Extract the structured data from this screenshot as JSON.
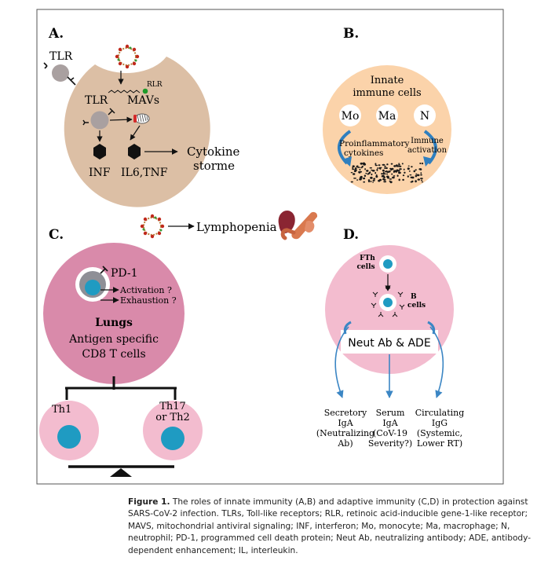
{
  "panels": {
    "a": {
      "letter": "A.",
      "tlr_outer": "TLR",
      "rlr": "RLR",
      "tlr_inner": "TLR",
      "mavs": "MAVs",
      "inf": "INF",
      "il6": "IL6,TNF",
      "cytokine_line1": "Cytokine",
      "cytokine_line2": "storme"
    },
    "b": {
      "letter": "B.",
      "title_line1": "Innate",
      "title_line2": "immune cells",
      "mo": "Mo",
      "ma": "Ma",
      "n": "N",
      "proinfl_line1": "Proinflammatory",
      "proinfl_line2": "cytokines",
      "immune_line1": "Immune",
      "immune_line2": "activation"
    },
    "middle": {
      "lymphopenia": "Lymphopenia"
    },
    "c": {
      "letter": "C.",
      "pd1": "PD-1",
      "activation": "Activation ?",
      "exhaustion": "Exhaustion ?",
      "lungs": "Lungs",
      "antigen_line1": "Antigen specific",
      "antigen_line2": "CD8 T cells",
      "th1": "Th1",
      "th17_line1": "Th17",
      "th17_line2": "or Th2"
    },
    "d": {
      "letter": "D.",
      "fth_line1": "FTh",
      "fth_line2": "cells",
      "b_line1": "B",
      "b_line2": "cells",
      "neut": "Neut Ab & ADE",
      "secretory": [
        "Secretory",
        "IgA",
        "(Neutralizing",
        "Ab)"
      ],
      "serum": [
        "Serum",
        "IgA",
        "(CoV-19",
        "Severity?)"
      ],
      "circulating": [
        "Circulating",
        "IgG",
        "(Systemic,",
        "Lower RT)"
      ]
    }
  },
  "caption": {
    "label": "Figure 1.",
    "text": "The roles of innate immunity (A,B) and adaptive immunity (C,D) in protection against SARS-CoV-2 infection. TLRs, Toll-like receptors; RLR, retinoic acid-inducible gene-1-like receptor; MAVS, mitochondrial antiviral signaling; INF, interferon; Mo, monocyte; Ma, macrophage; N, neutrophil; PD-1, programmed cell death protein; Neut Ab, neutralizing antibody; ADE, antibody-dependent enhancement; IL, interleukin."
  }
}
